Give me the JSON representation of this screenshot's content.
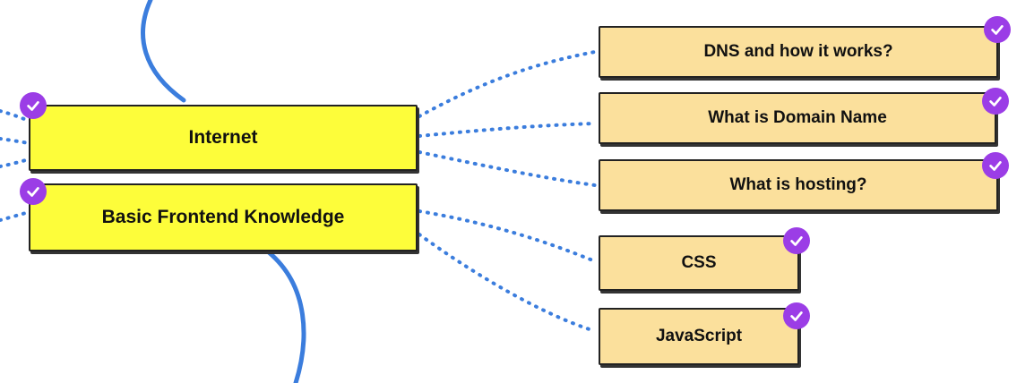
{
  "colors": {
    "primary_node_fill": "#fdfd3a",
    "secondary_node_fill": "#fbe09c",
    "node_border": "#222222",
    "check_badge": "#9b3de6",
    "main_path": "#3b7ddd",
    "dotted_link": "#3b7ddd"
  },
  "primary_nodes": [
    {
      "id": "internet",
      "label": "Internet",
      "completed": true,
      "icon": "check-icon"
    },
    {
      "id": "basic-frontend",
      "label": "Basic Frontend Knowledge",
      "completed": true,
      "icon": "check-icon"
    }
  ],
  "secondary_nodes": [
    {
      "id": "dns",
      "parent": "internet",
      "label": "DNS and how it works?",
      "completed": true,
      "icon": "check-icon"
    },
    {
      "id": "domain",
      "parent": "internet",
      "label": "What is Domain Name",
      "completed": true,
      "icon": "check-icon"
    },
    {
      "id": "hosting",
      "parent": "internet",
      "label": "What is hosting?",
      "completed": true,
      "icon": "check-icon"
    },
    {
      "id": "css",
      "parent": "basic-frontend",
      "label": "CSS",
      "completed": true,
      "icon": "check-icon"
    },
    {
      "id": "javascript",
      "parent": "basic-frontend",
      "label": "JavaScript",
      "completed": true,
      "icon": "check-icon"
    }
  ]
}
